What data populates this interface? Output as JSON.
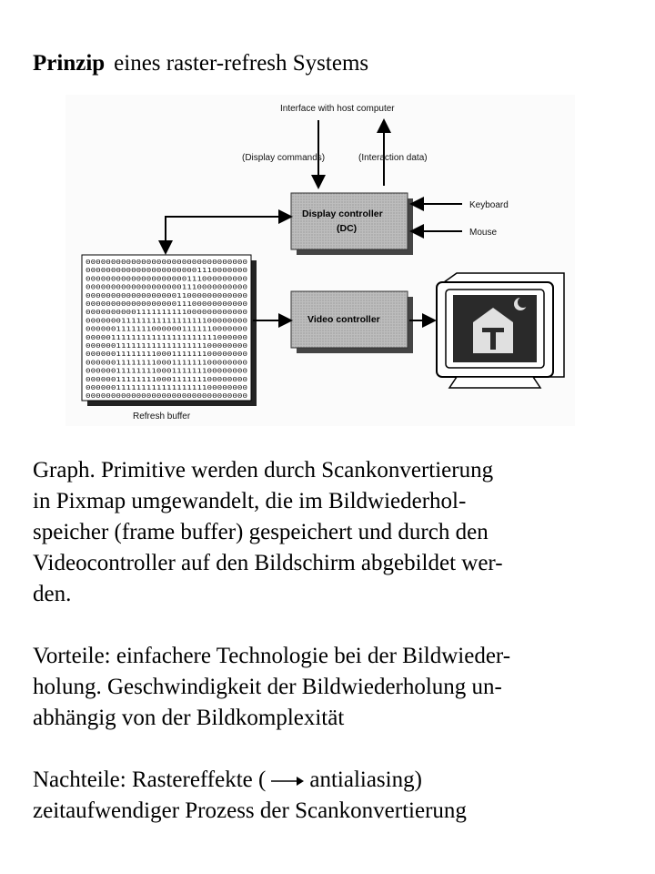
{
  "heading": {
    "bold": "Prinzip",
    "rest": "eines raster-refresh Systems"
  },
  "diagram": {
    "interface_label": "Interface with host computer",
    "display_commands_label": "(Display commands)",
    "interaction_data_label": "(Interaction data)",
    "display_controller_label": "Display controller",
    "dc_label": "(DC)",
    "keyboard_label": "Keyboard",
    "mouse_label": "Mouse",
    "video_controller_label": "Video controller",
    "refresh_buffer_label": "Refresh buffer",
    "bit_rows": [
      "00000000000000000000000000000000",
      "00000000000000000000001110000000",
      "00000000000000000000111000000000",
      "00000000000000000001110000000000",
      "00000000000000000011000000000000",
      "00000000000000000011100000000000",
      "00000000001111111111000000000000",
      "00000001111111111111111100000000",
      "00000011111110000001111110000000",
      "00000111111111111111111111000000",
      "00000011111111111111111100000000",
      "00000011111111000111111100000000",
      "00000011111111000111111100000000",
      "00000011111111000111111100000000",
      "00000011111111000111111100000000",
      "00000011111111111111111100000000",
      "00000000000000000000000000000000"
    ]
  },
  "paragraphs": {
    "p1": [
      "Graph. Primitive werden durch Scankonvertierung",
      "in Pixmap umgewandelt, die im Bildwiederhol-",
      "speicher (frame buffer) gespeichert und durch den",
      "Videocontroller auf den Bildschirm abgebildet wer-",
      "den."
    ],
    "p2": [
      "Vorteile: einfachere Technologie bei der Bildwieder-",
      "holung. Geschwindigkeit der Bildwiederholung un-",
      "abhängig von der Bildkomplexität"
    ],
    "p3": {
      "line1_before": "Nachteile: Rastereffekte (",
      "line1_after": "antialiasing)",
      "line2": "zeitaufwendiger Prozess der Scankonvertierung"
    }
  }
}
